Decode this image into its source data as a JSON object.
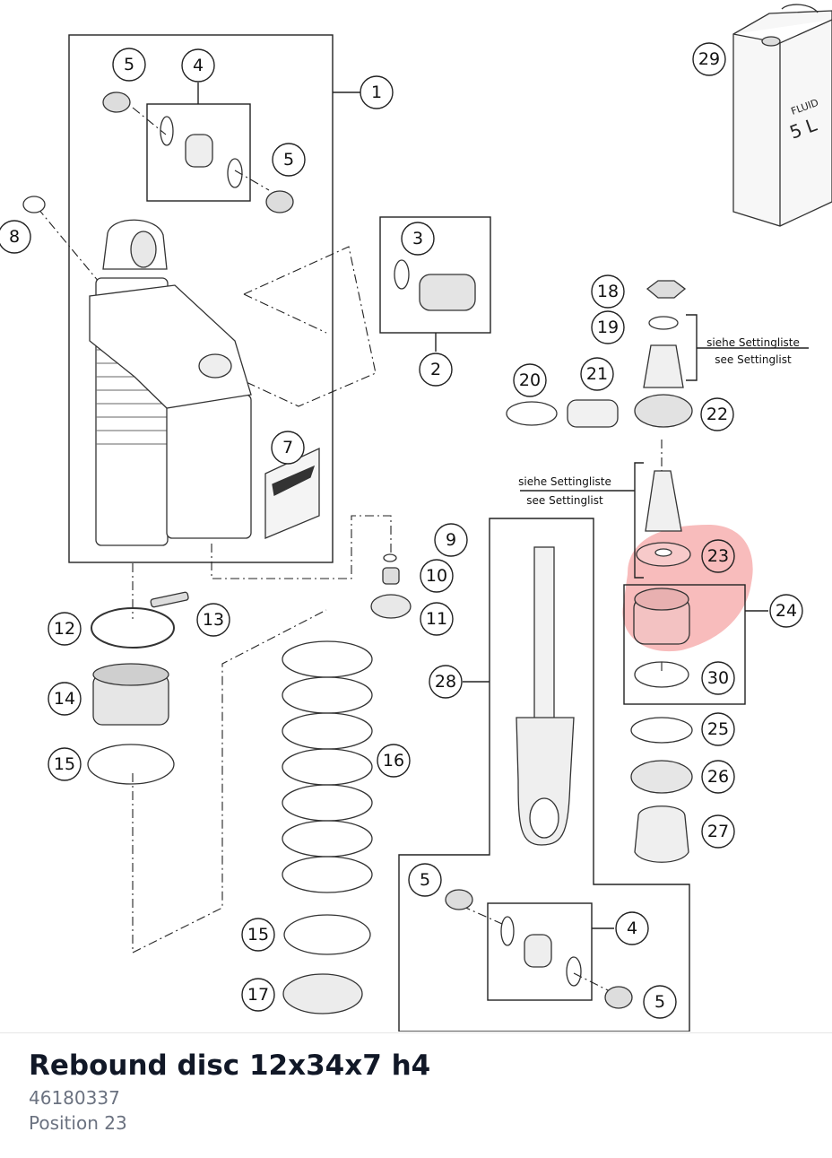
{
  "diagram": {
    "labels": [
      "1",
      "2",
      "3",
      "4",
      "5",
      "5",
      "5",
      "5",
      "4",
      "7",
      "8",
      "9",
      "10",
      "11",
      "12",
      "13",
      "14",
      "15",
      "15",
      "16",
      "17",
      "18",
      "19",
      "20",
      "21",
      "22",
      "23",
      "24",
      "25",
      "26",
      "27",
      "28",
      "29",
      "30"
    ],
    "notes": {
      "upper_de": "siehe Settingliste",
      "upper_en": "see Settinglist",
      "lower_de": "siehe Settingliste",
      "lower_en": "see Settinglist"
    },
    "fluid_can": {
      "word": "FLUID",
      "volume": "5 L"
    },
    "highlight": {
      "position": "23",
      "color": "#f6a0a0"
    }
  },
  "part": {
    "name": "Rebound disc 12x34x7 h4",
    "number": "46180337",
    "position": "Position 23"
  }
}
